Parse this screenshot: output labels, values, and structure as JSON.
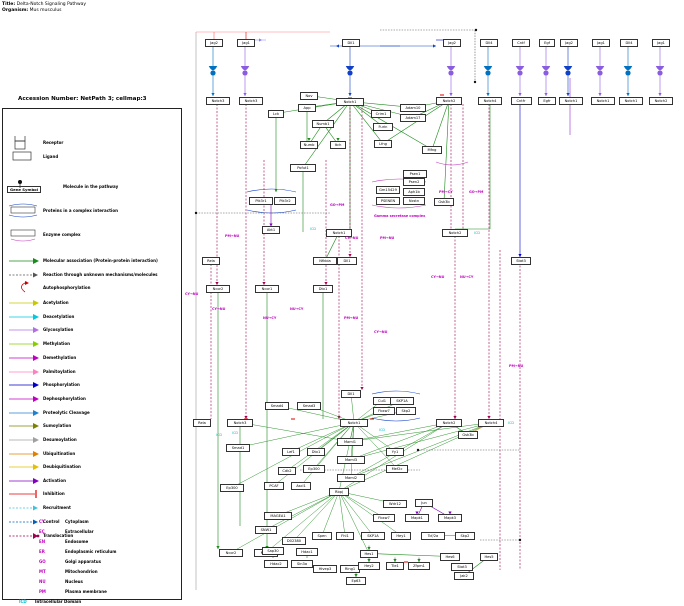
{
  "header": {
    "title_label": "Title:",
    "title": "Delta-Notch Signaling Pathway",
    "organism_label": "Organism:",
    "organism": "Mus musculus",
    "accession": "Accession Number: NetPath 3; cellmap:3"
  },
  "legend": {
    "items": [
      {
        "label": "Receptor",
        "kind": "receptor"
      },
      {
        "label": "Ligand",
        "kind": "ligand"
      },
      {
        "label": "Molecule in the pathway",
        "kind": "molecule",
        "sample": "Gene Symbol"
      },
      {
        "label": "Proteins in a complex interaction",
        "kind": "complex"
      },
      {
        "label": "Enzyme complex",
        "kind": "enzyme"
      },
      {
        "label": "Molecular association   (Protein-protein interaction)",
        "kind": "arrow",
        "color": "#1a8a1a"
      },
      {
        "label": "Reaction through unknown mechanisms/molecules",
        "kind": "dashed",
        "color": "#555555"
      },
      {
        "label": "Autophosphorylation",
        "kind": "auto",
        "color": "#cc0000"
      },
      {
        "label": "Acetylation",
        "kind": "arrow",
        "color": "#c8c800"
      },
      {
        "label": "Deacetylation",
        "kind": "arrow",
        "color": "#00c8e0"
      },
      {
        "label": "Glycosylation",
        "kind": "arrow",
        "color": "#b070e0"
      },
      {
        "label": "Methylation",
        "kind": "arrow",
        "color": "#88cc00"
      },
      {
        "label": "Demethylation",
        "kind": "arrow",
        "color": "#c000c0"
      },
      {
        "label": "Palmitoylation",
        "kind": "arrow",
        "color": "#ff80c0"
      },
      {
        "label": "Phosphorylation",
        "kind": "arrow",
        "color": "#0000c8"
      },
      {
        "label": "Dephosphorylation",
        "kind": "arrow",
        "color": "#c000c0"
      },
      {
        "label": "Proteolytic Cleavage",
        "kind": "arrow",
        "color": "#2080d0"
      },
      {
        "label": "Sumoylation",
        "kind": "arrow",
        "color": "#808000"
      },
      {
        "label": "Desumoylation",
        "kind": "arrow",
        "color": "#a0a0a0"
      },
      {
        "label": "Ubiquitination",
        "kind": "arrow",
        "color": "#e08000"
      },
      {
        "label": "Deubiquitination",
        "kind": "arrow",
        "color": "#e0c000"
      },
      {
        "label": "Activation",
        "kind": "arrow",
        "color": "#8000c0"
      },
      {
        "label": "Inhibition",
        "kind": "inhib",
        "color": "#e00000"
      },
      {
        "label": "Recruitment",
        "kind": "dashed",
        "color": "#40c0e0"
      },
      {
        "label": "Control",
        "kind": "dashed",
        "color": "#0060c0"
      },
      {
        "label": "Translocation",
        "kind": "transloc",
        "color": "#a00050"
      }
    ],
    "locations": [
      {
        "abbr": "CY",
        "name": "Cytoplasm"
      },
      {
        "abbr": "EC",
        "name": "Extracellular"
      },
      {
        "abbr": "EN",
        "name": "Endosome"
      },
      {
        "abbr": "ER",
        "name": "Endoplasmic reticulum"
      },
      {
        "abbr": "GO",
        "name": "Golgi apparatus"
      },
      {
        "abbr": "MT",
        "name": "Mitochondrion"
      },
      {
        "abbr": "NU",
        "name": "Nucleus"
      },
      {
        "abbr": "PM",
        "name": "Plasma membrane"
      },
      {
        "abbr": "ICD",
        "name": "Intracellular Domain"
      }
    ]
  },
  "colors": {
    "assoc": "#1a8a1a",
    "inhib": "#e00000",
    "phos": "#0000c8",
    "cleavage": "#2080d0",
    "activation": "#8000c0",
    "transloc": "#a00050",
    "unknown": "#555555",
    "location_text": "#c000c0",
    "icd_text": "#00bcd4"
  },
  "diagram": {
    "receptors": [
      {
        "id": "r1",
        "label": "Jag2",
        "color": "#0070c0"
      },
      {
        "id": "r2",
        "label": "Jag1",
        "color": "#8a5ce0"
      },
      {
        "id": "r3",
        "label": "Dll1",
        "color": "#1040c8"
      },
      {
        "id": "r4",
        "label": "Jag2",
        "color": "#8a5ce0"
      },
      {
        "id": "r5",
        "label": "Dll4",
        "color": "#0070c0"
      },
      {
        "id": "r6",
        "label": "Cntf",
        "color": "#8a5ce0"
      },
      {
        "id": "r7",
        "label": "Egf",
        "color": "#8a5ce0"
      },
      {
        "id": "r8",
        "label": "Jag2",
        "color": "#1040c8"
      },
      {
        "id": "r9",
        "label": "Jag1",
        "color": "#8a5ce0"
      },
      {
        "id": "r10",
        "label": "Dll4",
        "color": "#0070c0"
      },
      {
        "id": "r11",
        "label": "Jag1",
        "color": "#8a5ce0"
      }
    ],
    "receptor_targets": [
      "Notch3",
      "Notch3",
      "Notch1",
      "Notch2",
      "Notch4",
      "Cntfr",
      "Egfr",
      "Notch1",
      "Notch1",
      "Notch1",
      "Notch2"
    ],
    "nodes": [
      {
        "id": "lck",
        "label": "Lck"
      },
      {
        "id": "nov",
        "label": "Nov"
      },
      {
        "id": "app",
        "label": "App"
      },
      {
        "id": "numb1",
        "label": "Numb1"
      },
      {
        "id": "numb",
        "label": "Numb"
      },
      {
        "id": "itch",
        "label": "Itch"
      },
      {
        "id": "notch1a",
        "label": "Notch1"
      },
      {
        "id": "crim1",
        "label": "Crim1"
      },
      {
        "id": "furin",
        "label": "Furin"
      },
      {
        "id": "lfng",
        "label": "Lfng"
      },
      {
        "id": "adam10",
        "label": "Adam10"
      },
      {
        "id": "adam17",
        "label": "Adam17"
      },
      {
        "id": "mfng",
        "label": "Mfng"
      },
      {
        "id": "notch2a",
        "label": "Notch2"
      },
      {
        "id": "notch4a",
        "label": "Notch4"
      },
      {
        "id": "pofut1",
        "label": "Pofut1"
      },
      {
        "id": "psen1",
        "label": "Psen1"
      },
      {
        "id": "psen2",
        "label": "Psen2"
      },
      {
        "id": "gm",
        "label": "Gm15429"
      },
      {
        "id": "aph1b",
        "label": "Aph1b"
      },
      {
        "id": "psenen",
        "label": "PSENEN"
      },
      {
        "id": "ncstn",
        "label": "Ncstn"
      },
      {
        "id": "gsk3b_a",
        "label": "Gsk3b"
      },
      {
        "id": "pik3r1",
        "label": "Pik3r1"
      },
      {
        "id": "pik3r2",
        "label": "Pik3r2"
      },
      {
        "id": "akt1",
        "label": "Akt1"
      },
      {
        "id": "notch1b",
        "label": "Notch1"
      },
      {
        "id": "notch2b",
        "label": "Notch2"
      },
      {
        "id": "stat3a",
        "label": "Stat3"
      },
      {
        "id": "rela_a",
        "label": "Rela"
      },
      {
        "id": "ncor2a",
        "label": "Ncor2"
      },
      {
        "id": "ncor1a",
        "label": "Ncor1"
      },
      {
        "id": "nfkbia",
        "label": "Nfkbia"
      },
      {
        "id": "dll1b",
        "label": "Dll1"
      },
      {
        "id": "dtx1a",
        "label": "Dtx1"
      },
      {
        "id": "dll1c",
        "label": "Dll1"
      },
      {
        "id": "cul1",
        "label": "Cul1"
      },
      {
        "id": "skp1a_a",
        "label": "SKP1A"
      },
      {
        "id": "smad4",
        "label": "Smad4"
      },
      {
        "id": "smad3",
        "label": "Smad3"
      },
      {
        "id": "fbxw4",
        "label": "Fbxw7"
      },
      {
        "id": "skp2a",
        "label": "Skp2"
      },
      {
        "id": "notch1c",
        "label": "Notch1"
      },
      {
        "id": "notch2c",
        "label": "Notch2"
      },
      {
        "id": "notch4c",
        "label": "Notch4"
      },
      {
        "id": "gsk3b_b",
        "label": "Gsk3b"
      },
      {
        "id": "rela_b",
        "label": "Rela"
      },
      {
        "id": "notch3c",
        "label": "Notch3"
      },
      {
        "id": "smad1",
        "label": "Smad1"
      },
      {
        "id": "lef1",
        "label": "Lef1"
      },
      {
        "id": "dtx1b",
        "label": "Dtx1"
      },
      {
        "id": "maml1",
        "label": "Maml1"
      },
      {
        "id": "maml3",
        "label": "Maml3"
      },
      {
        "id": "maml2",
        "label": "Maml2"
      },
      {
        "id": "yy1",
        "label": "Yy1"
      },
      {
        "id": "mef2c",
        "label": "Mef2c"
      },
      {
        "id": "cdk2",
        "label": "Cdk2"
      },
      {
        "id": "ep300a",
        "label": "Ep300"
      },
      {
        "id": "ep300b",
        "label": "Ep300"
      },
      {
        "id": "pcaf",
        "label": "PCAF"
      },
      {
        "id": "ascl1",
        "label": "Ascl1"
      },
      {
        "id": "rbpj",
        "label": "Rbpj"
      },
      {
        "id": "jun",
        "label": "Jun"
      },
      {
        "id": "wdr12",
        "label": "Wdr12"
      },
      {
        "id": "mapk1",
        "label": "Mapk1"
      },
      {
        "id": "mapk3",
        "label": "Mapk3"
      },
      {
        "id": "maguk",
        "label": "MAGEA1"
      },
      {
        "id": "snw1",
        "label": "SNW1"
      },
      {
        "id": "fbxw7",
        "label": "Fbxw7"
      },
      {
        "id": "spen",
        "label": "Spen"
      },
      {
        "id": "fhl1",
        "label": "Fhl1"
      },
      {
        "id": "skp1a_b",
        "label": "SKP1A"
      },
      {
        "id": "hey1",
        "label": "Hey1"
      },
      {
        "id": "tcf",
        "label": "Tcf/2a"
      },
      {
        "id": "skp2b",
        "label": "Skp2"
      },
      {
        "id": "ncor2b",
        "label": "Ncor2"
      },
      {
        "id": "ncor1b",
        "label": "Ncor1"
      },
      {
        "id": "d02",
        "label": "D02380"
      },
      {
        "id": "hes1",
        "label": "Hes1"
      },
      {
        "id": "hes6",
        "label": "Hes6"
      },
      {
        "id": "hes5",
        "label": "Hes5"
      },
      {
        "id": "hivep3",
        "label": "Hivep3"
      },
      {
        "id": "ring1",
        "label": "Ring1"
      },
      {
        "id": "sap30",
        "label": "Sap30"
      },
      {
        "id": "hdac1",
        "label": "Hdac1"
      },
      {
        "id": "hdac2",
        "label": "Hdac2"
      },
      {
        "id": "sin3a",
        "label": "Sin3a"
      },
      {
        "id": "hey2",
        "label": "Hey2"
      },
      {
        "id": "tle1",
        "label": "Tle1"
      },
      {
        "id": "zfpm1",
        "label": "Zfpm1"
      },
      {
        "id": "ep63",
        "label": "Ep63"
      },
      {
        "id": "jak2",
        "label": "Jak2"
      },
      {
        "id": "stat3b",
        "label": "Stat3"
      }
    ],
    "location_labels": [
      "GO→PM",
      "PM→CY",
      "GO→PM",
      "PM→NU",
      "PM→NU",
      "CY→NU",
      "NU→CY",
      "CY→NU",
      "CY→NU",
      "NU→CY",
      "NU→CY",
      "PM→NU",
      "CY→NU",
      "PM→NU",
      "CY→NU",
      "Gamma secretase complex"
    ],
    "icd_labels": [
      "ICD",
      "ICD",
      "ICD",
      "ICD",
      "ICD",
      "ICD"
    ]
  }
}
